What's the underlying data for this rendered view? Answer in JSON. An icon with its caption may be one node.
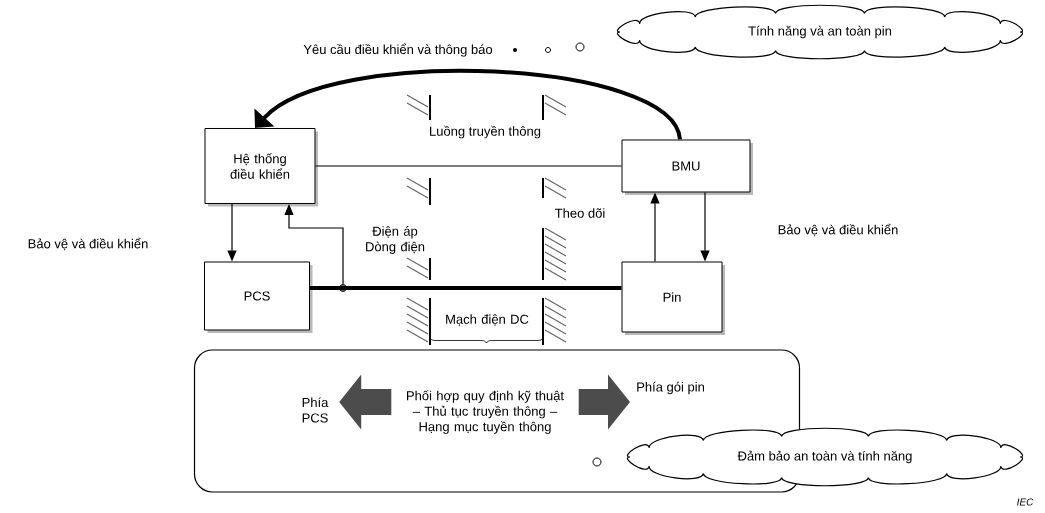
{
  "diagram": {
    "nodes": [
      {
        "text": [
          "Hệ thống điều khiển"
        ]
      },
      {
        "text": [
          "BMU"
        ]
      },
      {
        "text": [
          "PCS"
        ]
      },
      {
        "text": [
          "Pin"
        ]
      },
      {
        "text": [
          "Tính năng và an toàn pin"
        ]
      },
      {
        "text": [
          "Đảm bảo an toàn và tính năng"
        ]
      },
      {
        "text": [],
        "shape": "box"
      },
      {
        "text": [
          "Phía PCS"
        ],
        "in": 6
      },
      {
        "text": [
          "Phối hợp quy định kỹ thuật – Thủ tục truyền thông – Hạng mục tuyền thông"
        ],
        "in": 6
      },
      {
        "text": [
          "Phía gói pin"
        ],
        "in": 6
      },
      {
        "text": [],
        "shape": "circle"
      }
    ],
    "edges": [
      {
        "from": 0,
        "to": 1,
        "arrow": "none",
        "label": "Luồng truyền thông"
      },
      {
        "from": 1,
        "to": 0,
        "arrow": "to",
        "style": "thick"
      },
      {
        "from": 0,
        "to": 2,
        "arrow": "to"
      },
      {
        "from": 10,
        "to": 0,
        "arrow": "to",
        "label": "Điện áp Dòng điện"
      },
      {
        "from": 2,
        "to": 3,
        "arrow": "none",
        "style": "thick"
      },
      {
        "from": 3,
        "to": 1,
        "arrow": "to"
      },
      {
        "from": 1,
        "to": 3,
        "arrow": "to"
      },
      {
        "from": 8,
        "to": 7,
        "arrow": "to",
        "style": "thick"
      },
      {
        "from": 8,
        "to": 9,
        "arrow": "to",
        "style": "thick"
      }
    ],
    "labels": [
      "Yêu cầu điều khiển và thông báo",
      "Theo dõi",
      "Bảo vệ và điều khiển",
      "Bảo vệ và điều khiển",
      "Mạch điện DC",
      "IEC"
    ]
  }
}
